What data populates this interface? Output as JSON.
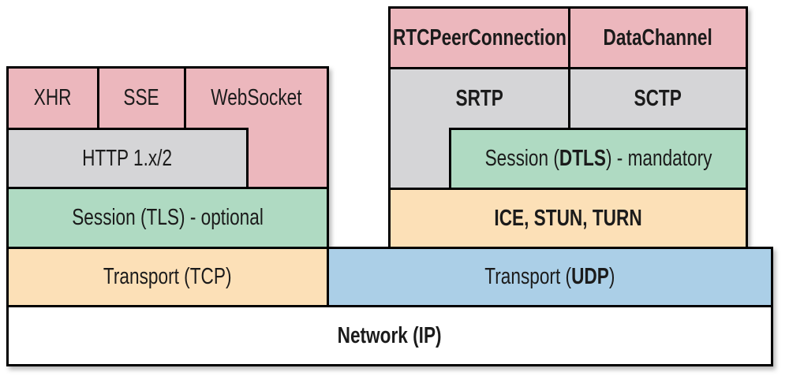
{
  "left_stack": {
    "xhr": "XHR",
    "sse": "SSE",
    "websocket": "WebSocket",
    "http": "HTTP 1.x/2",
    "tls": "Session (TLS) - optional",
    "tcp": "Transport (TCP)"
  },
  "right_stack": {
    "rtcpeerconnection": "RTCPeerConnection",
    "datachannel": "DataChannel",
    "srtp": "SRTP",
    "sctp": "SCTP",
    "dtls_prefix": "Session (",
    "dtls_bold": "DTLS",
    "dtls_suffix": ") - mandatory",
    "ice": "ICE, STUN, TURN"
  },
  "bottom": {
    "udp_prefix": "Transport (",
    "udp_bold": "UDP",
    "udp_suffix": ")",
    "network": "Network (IP)"
  },
  "colors": {
    "pink": "#ecb7bd",
    "gray": "#d5d5d7",
    "green": "#afdac2",
    "orange": "#fce0b7",
    "blue": "#abcfe7",
    "border": "#000000",
    "text": "#1b1b1b"
  }
}
